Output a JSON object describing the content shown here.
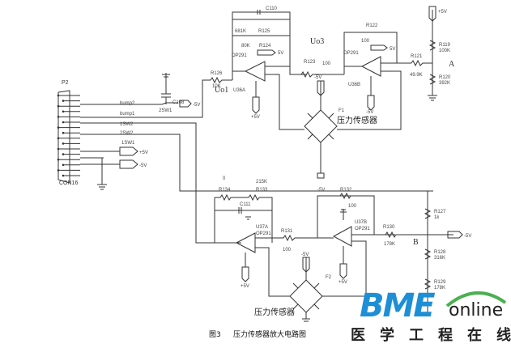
{
  "figure": {
    "caption_number": "图3",
    "caption_title": "压力传感器放大电路图"
  },
  "connector": {
    "ref": "P2",
    "part": "CON16",
    "switch_labels": [
      "bump2",
      "bump1",
      "1SW2",
      "2SW2",
      "1SW1"
    ],
    "supply_pos": "+5V",
    "supply_neg": "-5V"
  },
  "channel_a": {
    "cap_c108": "C108",
    "switch_2sw1": "2SW1",
    "supply_c108": "-5V",
    "r126": {
      "ref": "R126",
      "value": "10K"
    },
    "node_uo1": "Uo1",
    "opamp1": {
      "ref": "U36A",
      "part": "OP291"
    },
    "feedback": {
      "cap": "C110",
      "r125": {
        "ref": "R125",
        "value": "681K"
      },
      "r124": {
        "ref": "R124",
        "value": "80K"
      },
      "r124_supply": "5V"
    },
    "opamp1_supply": "+5V",
    "r123": {
      "ref": "R123",
      "value": "100"
    },
    "node_uo3": "Uo3",
    "opamp2": {
      "ref": "U36B",
      "part": "OP291"
    },
    "r122": {
      "ref": "R122",
      "value": "100"
    },
    "opamp2_offset_supply": "5V",
    "opamp2_supply": "-5V",
    "r121": {
      "ref": "R121",
      "value": "49.9K"
    },
    "r119": {
      "ref": "R119",
      "value": "100K"
    },
    "r120": {
      "ref": "R120",
      "value": "392K"
    },
    "top_supply": "+5V",
    "output_node": "A",
    "sensor": {
      "ref": "F1",
      "label": "压力传感器",
      "supply": "-5V"
    }
  },
  "channel_b": {
    "label_zero": "0",
    "r134": {
      "ref": "R134",
      "value": "0"
    },
    "r133": {
      "ref": "R133",
      "value": "215K"
    },
    "cap": "C111",
    "opamp1": {
      "ref": "U37A",
      "part": "OP291"
    },
    "opamp1_supply": "+5V",
    "r131": {
      "ref": "R131",
      "value": "100"
    },
    "bridge_supply": "-5V",
    "r132": {
      "ref": "R132",
      "value": "100"
    },
    "opamp2": {
      "ref": "U37B",
      "part": "OP291"
    },
    "opamp2_supply": "+5V",
    "r130": {
      "ref": "R130",
      "value": "178K"
    },
    "output_node": "B",
    "output_supply": "-5V",
    "top_supply": "-5V",
    "r127": {
      "ref": "R127",
      "value": "1k"
    },
    "r128": {
      "ref": "R128",
      "value": "316K"
    },
    "r129": {
      "ref": "R129",
      "value": "178K"
    },
    "sensor": {
      "ref": "F2",
      "label": "压力传感器"
    }
  },
  "logo": {
    "brand": "BME",
    "suffix": "online",
    "chinese": [
      "医",
      "学",
      "工",
      "程",
      "在",
      "线"
    ],
    "brand_color": "#1e8fd6",
    "accent_color": "#4caf50"
  }
}
